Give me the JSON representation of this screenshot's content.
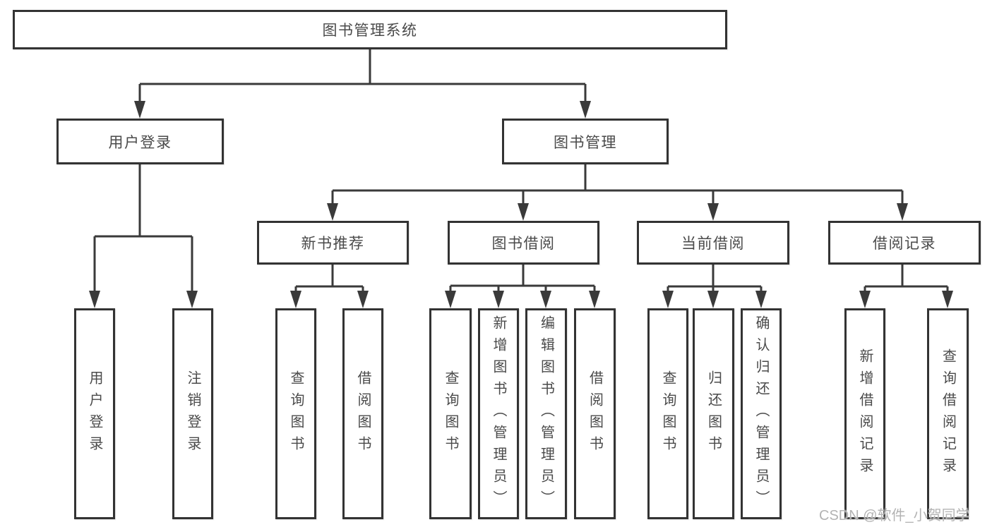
{
  "diagram_type": "hierarchy-tree",
  "tree": {
    "label": "图书管理系统",
    "children": [
      {
        "label": "用户登录",
        "children": [
          {
            "label": "用户登录"
          },
          {
            "label": "注销登录"
          }
        ]
      },
      {
        "label": "图书管理",
        "children": [
          {
            "label": "新书推荐",
            "children": [
              {
                "label": "查询图书"
              },
              {
                "label": "借阅图书"
              }
            ]
          },
          {
            "label": "图书借阅",
            "children": [
              {
                "label": "查询图书"
              },
              {
                "label": "新增图书（管理员）"
              },
              {
                "label": "编辑图书（管理员）"
              },
              {
                "label": "借阅图书"
              }
            ]
          },
          {
            "label": "当前借阅",
            "children": [
              {
                "label": "查询图书"
              },
              {
                "label": "归还图书"
              },
              {
                "label": "确认归还（管理员）"
              }
            ]
          },
          {
            "label": "借阅记录",
            "children": [
              {
                "label": "新增借阅记录"
              },
              {
                "label": "查询借阅记录"
              }
            ]
          }
        ]
      }
    ]
  },
  "watermark": {
    "text": "CSDN @软件_小贺同学"
  },
  "colors": {
    "background": "#ffffff",
    "line": "#3a3a3a",
    "box_border": "#333333",
    "text": "#4a4a4a",
    "watermark": "#b3b3b3"
  }
}
